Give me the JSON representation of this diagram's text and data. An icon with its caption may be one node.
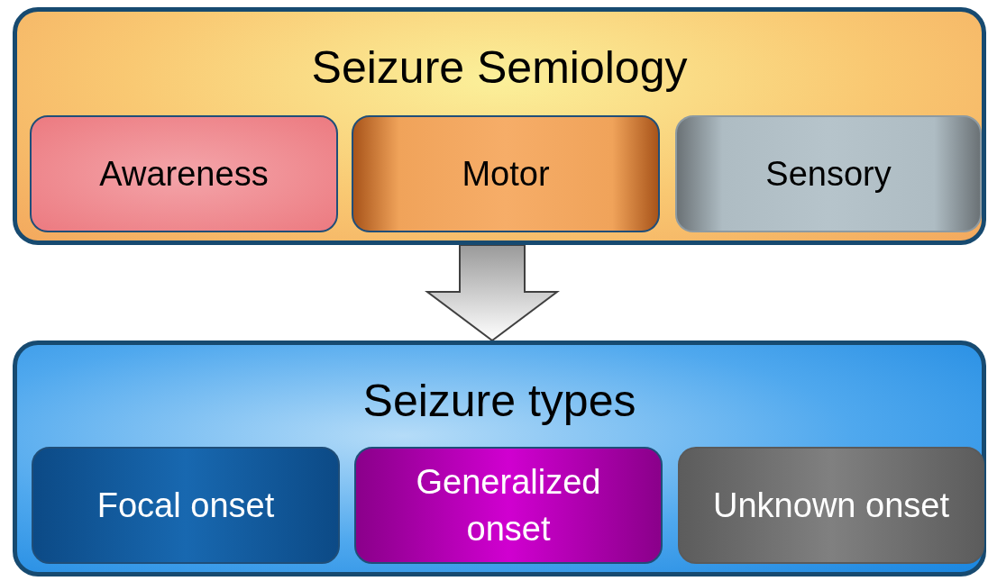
{
  "diagram": {
    "nodes": [
      {
        "text": [
          "Seizure Semiology"
        ]
      },
      {
        "text": [
          "Awareness"
        ],
        "in": 0
      },
      {
        "text": [
          "Motor"
        ],
        "in": 0
      },
      {
        "text": [
          "Sensory"
        ],
        "in": 0
      },
      {
        "text": [
          "Seizure types"
        ]
      },
      {
        "text": [
          "Focal onset"
        ],
        "in": 4
      },
      {
        "text": [
          "Generalized onset"
        ],
        "in": 4
      },
      {
        "text": [
          "Unknown onset"
        ],
        "in": 4
      }
    ],
    "edges": [
      {
        "from": 0,
        "to": 4,
        "arrow": "to"
      }
    ]
  }
}
